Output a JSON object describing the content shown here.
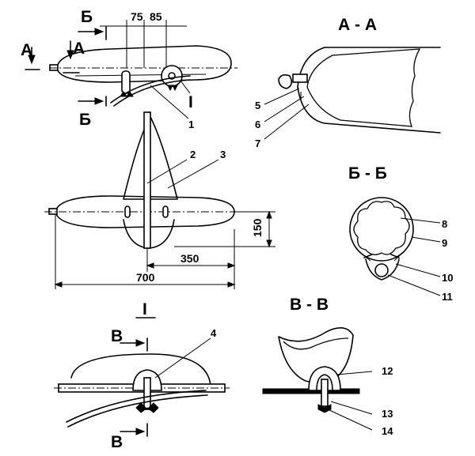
{
  "section_titles": {
    "aa": "А - А",
    "bb": "Б - Б",
    "vv": "В - В",
    "detail": "I"
  },
  "cut_letters": {
    "a_left": "А",
    "a_right": "А",
    "b_top": "Б",
    "b_bottom": "Б",
    "v_top": "В",
    "v_bottom": "В",
    "detail_marker": "I"
  },
  "dimensions": {
    "d75": "75",
    "d85": "85",
    "d150": "150",
    "d350": "350",
    "d700": "700"
  },
  "callouts": {
    "p1": "1",
    "p2": "2",
    "p3": "3",
    "p4": "4",
    "p5": "5",
    "p6": "6",
    "p7": "7",
    "p8": "8",
    "p9": "9",
    "p10": "10",
    "p11": "11",
    "p12": "12",
    "p13": "13",
    "p14": "14"
  }
}
